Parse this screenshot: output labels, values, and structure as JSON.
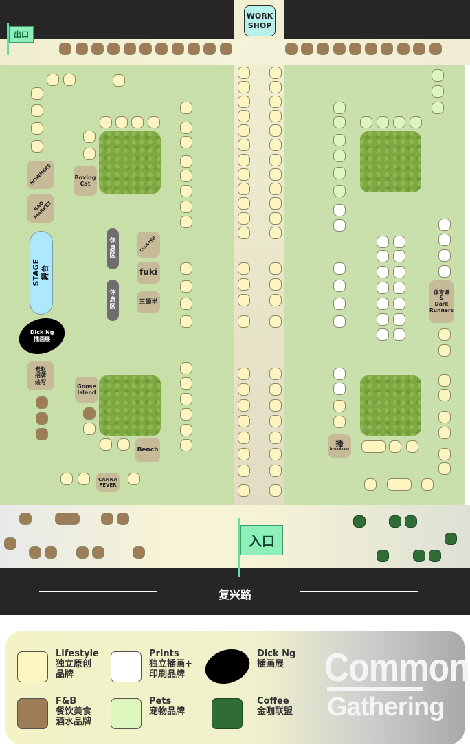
{
  "top": {
    "exit_label": "出口",
    "workshop_label": "WORK\nSHOP"
  },
  "entrance_label": "入口",
  "street_name": "复兴路",
  "stage": {
    "label": "STAGE\n舞台"
  },
  "rest_areas": [
    "休\n息\n区",
    "休\n息\n区"
  ],
  "vendors": {
    "nowhere": "NOWHERE",
    "bad_market": "BAD\nMARKET",
    "boxing_cat": "Boxing\nCat",
    "cluster": "CLUSTER",
    "fuki": "fuki",
    "sandunban": "三顿半",
    "dick_ng": "Dick Ng\n插画展",
    "laozhao": "老赵\n招牌\n绘写",
    "goose_island": "Goose\nIsland",
    "bench": "Bench",
    "canna_fever": "CANNA\nFEVER",
    "tiyuke": "体育课\n&\nDark\nRunners",
    "bo": "播",
    "bo_sub": "broadcast"
  },
  "legend": [
    {
      "key": "lifestyle",
      "label": "Lifestyle\n独立原创\n品牌",
      "color": "#fdf5bf"
    },
    {
      "key": "prints",
      "label": "Prints\n独立插画+\n印刷品牌",
      "color": "#ffffff"
    },
    {
      "key": "dickng",
      "label": "Dick Ng\n插画展",
      "color": "#000000"
    },
    {
      "key": "fnb",
      "label": "F&B\n餐饮美食\n酒水品牌",
      "color": "#9c7d57"
    },
    {
      "key": "pets",
      "label": "Pets\n宠物品牌",
      "color": "#dcf6bd"
    },
    {
      "key": "coffee",
      "label": "Coffee\n金咖联盟",
      "color": "#2f6c36"
    }
  ],
  "logo": {
    "line1": "Common",
    "line2": "Gathering"
  }
}
